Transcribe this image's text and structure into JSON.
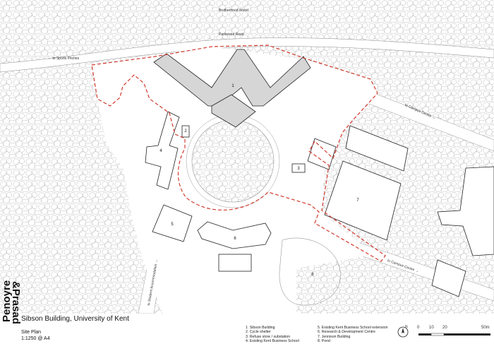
{
  "map": {
    "road_labels": {
      "brotherhood_wood": "Brotherhood Wood",
      "parkwood_road": "Parkwood Road",
      "to_sports_pitches": "← to Sports Pitches",
      "to_campus_centre_1": "to Campus Centre →",
      "to_campus_centre_2": "to Campus Centre →",
      "to_student_accommodation": "to Student Accommodation →"
    },
    "building_numbers": [
      "1",
      "2",
      "3",
      "4",
      "5",
      "6",
      "7",
      "8"
    ],
    "boundary_color": "#d23a2e"
  },
  "footer": {
    "logo_line1": "Penoyre",
    "logo_line2": "&Prasad",
    "title": "Sibson Building, University of Kent",
    "plan_name": "Site Plan",
    "scale_note": "1:1250 @ A4",
    "legend_col1": [
      "1. Sibson Building",
      "2. Cycle shelter",
      "3. Refuse store / substation",
      "4. Existing Kent Business School"
    ],
    "legend_col2": [
      "5. Existing Kent Business School extension",
      "6. Research & Development Centre",
      "7. Jennison Building",
      "8. Pond"
    ],
    "north": "N",
    "scale_ticks": [
      "0",
      "10",
      "20",
      "50m"
    ]
  }
}
